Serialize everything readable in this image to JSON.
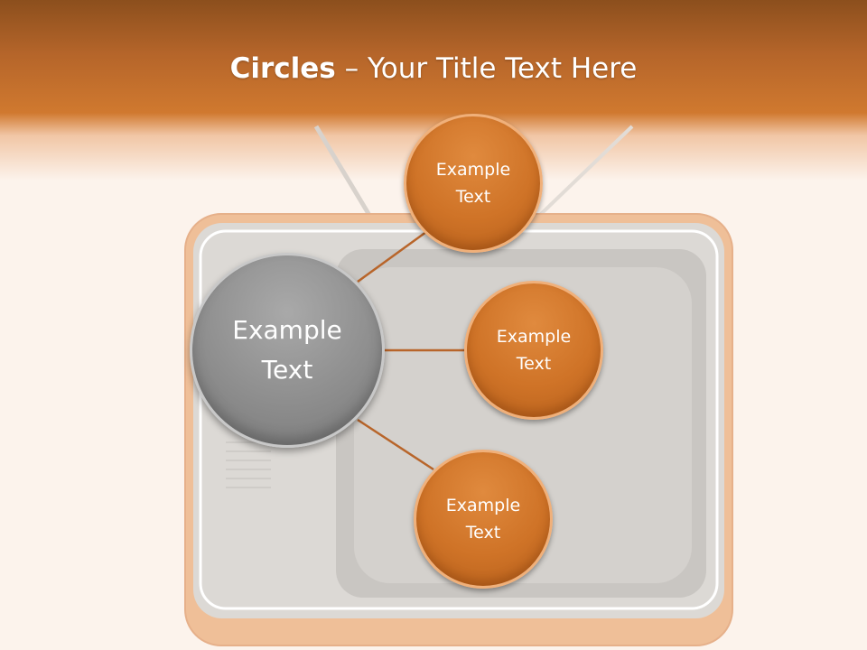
{
  "title": {
    "bold_part": "Circles",
    "rest": " – Your Title Text Here"
  },
  "center_node": {
    "label": "Example\nText"
  },
  "nodes": [
    {
      "label": "Example\nText"
    },
    {
      "label": "Example\nText"
    },
    {
      "label": "Example\nText"
    }
  ],
  "colors": {
    "header": "#c8702c",
    "node_fill": "#cf7327",
    "center_fill": "#8e8e8e",
    "connector": "#b8652a"
  }
}
